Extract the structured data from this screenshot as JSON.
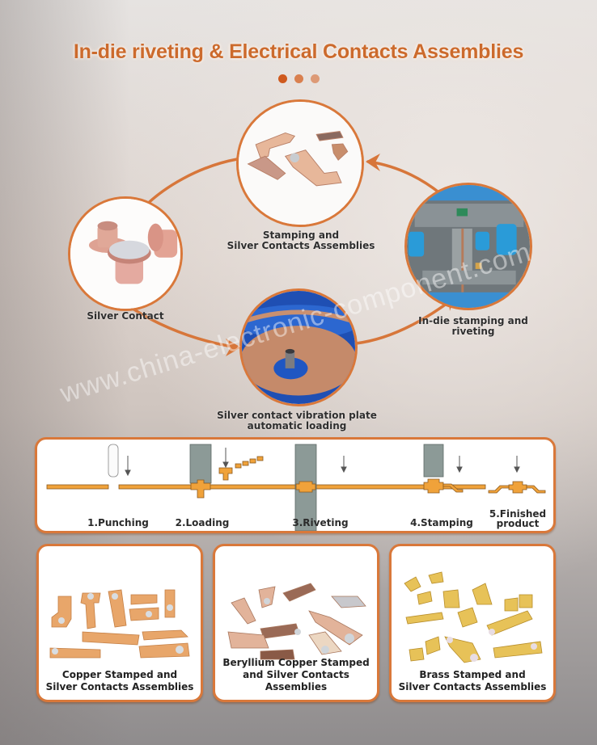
{
  "header": {
    "title": "In-die riveting & Electrical Contacts Assemblies",
    "dots": [
      "#cf5a1e",
      "#d9804f",
      "#dd9a76"
    ]
  },
  "cycle": {
    "nodes": [
      {
        "id": "stamping",
        "label_line1": "Stamping and",
        "label_line2": "Silver Contacts Assemblies"
      },
      {
        "id": "silver-contact",
        "label_line1": "Silver Contact",
        "label_line2": ""
      },
      {
        "id": "in-die",
        "label_line1": "In-die stamping and riveting",
        "label_line2": ""
      },
      {
        "id": "vibration-plate",
        "label_line1": "Silver contact vibration plate",
        "label_line2": "automatic loading"
      }
    ],
    "arrow_color": "#d7763a"
  },
  "process": {
    "steps": [
      {
        "label": "1.Punching"
      },
      {
        "label": "2.Loading"
      },
      {
        "label": "3.Riveting"
      },
      {
        "label": "4.Stamping"
      },
      {
        "label_line1": "5.Finished",
        "label_line2": "product"
      }
    ],
    "strip_color": "#f0a23a",
    "die_color": "#8c9a97"
  },
  "products": [
    {
      "label_line1": "Copper Stamped and",
      "label_line2": "Silver Contacts Assemblies"
    },
    {
      "label_line1": "Beryllium Copper Stamped",
      "label_line2": "and Silver Contacts Assemblies"
    },
    {
      "label_line1": "Brass Stamped and",
      "label_line2": "Silver Contacts Assemblies"
    }
  ],
  "watermark": "www.china-electronic-component.com",
  "colors": {
    "accent": "#d9783a",
    "title": "#cc6a2c"
  }
}
